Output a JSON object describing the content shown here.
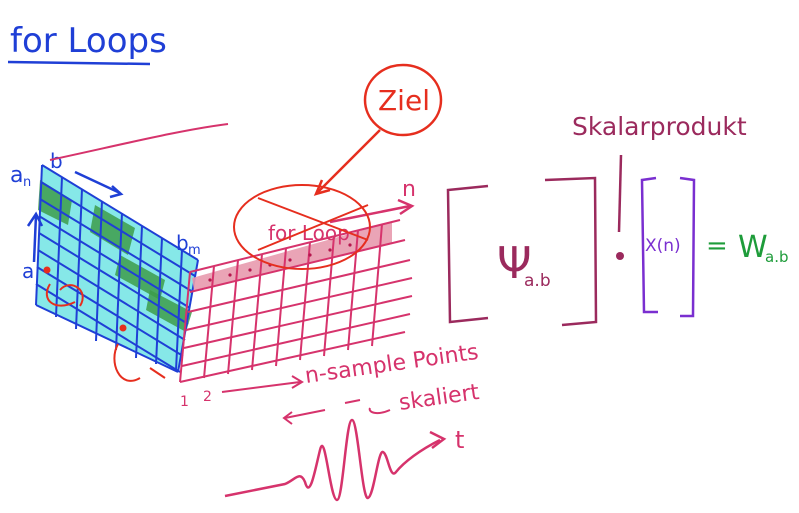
{
  "title": "for Loops",
  "goal_label": "Ziel",
  "crossed_label": "for Loop",
  "skalar_label": "Skalarprodukt",
  "matrix_label_an": "a",
  "matrix_label_an_sub": "n",
  "matrix_label_b": "b",
  "matrix_label_bm": "b",
  "matrix_label_bm_sub": "m",
  "matrix_label_a": "a",
  "axis_n": "n",
  "sample_points_label": "n-sample Points",
  "sample_index_1": "1",
  "sample_index_2": "2",
  "skaliert_label": "skaliert",
  "time_label": "t",
  "psi_symbol": "Ψ",
  "psi_sub": "a.b",
  "vector_label": "X(n)",
  "equals": "=",
  "w_symbol": "W",
  "w_sub": "a.b",
  "colors": {
    "blue_ink": "#1f3fd6",
    "magenta_ink": "#d6336c",
    "plum_ink": "#9b2a5d",
    "red_ink": "#e62e1e",
    "purple_ink": "#7a2fd0",
    "green_ink": "#1e9c3a",
    "cyan_fill": "#79e6e6",
    "green_fill": "#3d9c4a",
    "pink_fill": "#e89aae"
  }
}
